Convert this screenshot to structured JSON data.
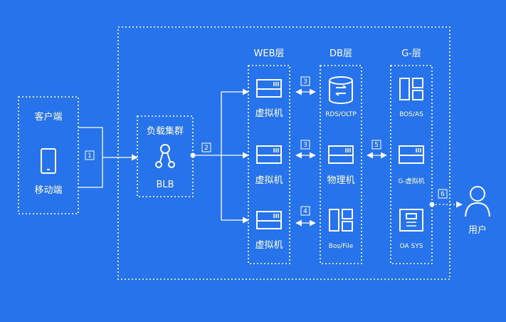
{
  "colors": {
    "background": "#2673eb",
    "foreground": "#ffffff"
  },
  "client": {
    "title": "客户端",
    "device": "移动端",
    "device_icon": "phone-icon"
  },
  "lb": {
    "title": "负载集群",
    "name": "BLB",
    "icon": "share-node-icon"
  },
  "layers": {
    "web": "WEB层",
    "db": "DB层",
    "g": "G-层"
  },
  "web_nodes": [
    "虚拟机",
    "虚拟机",
    "虚拟机"
  ],
  "db_nodes": [
    "RDS/OLTP",
    "物理机",
    "Bos/File"
  ],
  "g_nodes": [
    "BOS/AS",
    "G-虚拟机",
    "OA SYS"
  ],
  "user": {
    "label": "用户",
    "icon": "user-icon"
  },
  "steps": [
    "1",
    "2",
    "3",
    "3",
    "4",
    "5",
    "6"
  ]
}
